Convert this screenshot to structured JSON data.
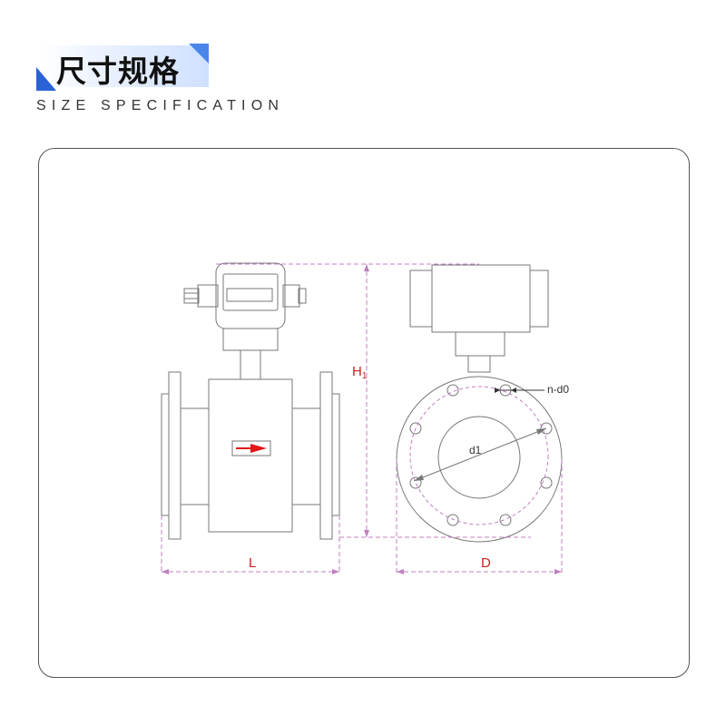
{
  "header": {
    "title_cn": "尺寸规格",
    "title_en": "SIZE SPECIFICATION"
  },
  "diagram": {
    "labels": {
      "L": "L",
      "D": "D",
      "H1_main": "H",
      "H1_sub": "1",
      "d1": "d1",
      "n_d0": "n-d0"
    },
    "colors": {
      "outline": "#777777",
      "dimension": "#c080c0",
      "label_red": "#d02020",
      "arrow_red": "#e01818",
      "panel_border": "#555555",
      "accent_blue": "#2a63d8"
    },
    "icons": {
      "flow_direction": "red-arrow-right-icon"
    }
  }
}
